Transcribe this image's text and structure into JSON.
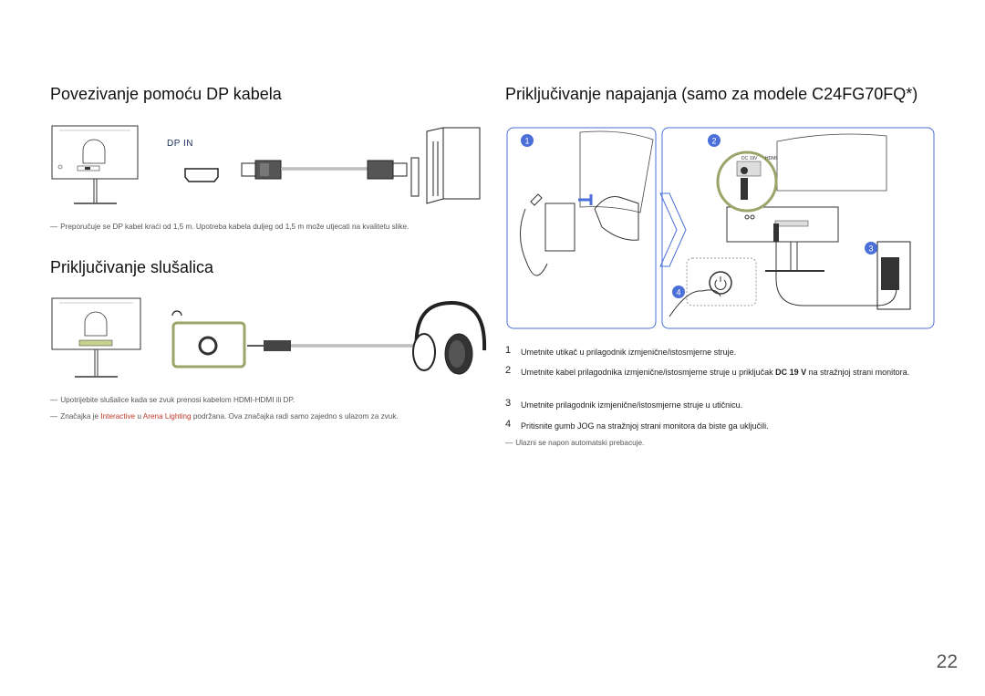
{
  "left": {
    "dp_title": "Povezivanje pomoću DP kabela",
    "dp_port_label": "DP IN",
    "dp_note": "Preporučuje se DP kabel kraći od 1,5 m. Upotreba kabela duljeg od 1,5 m može utjecati na kvalitetu slike.",
    "hp_title": "Priključivanje slušalica",
    "hp_note1": "Upotrijebite slušalice kada se zvuk prenosi kabelom HDMI-HDMI ili DP.",
    "hp_note2_pre": "Značajka je ",
    "hp_note2_link1": "Interactive",
    "hp_note2_mid": " u ",
    "hp_note2_link2": "Arena Lighting",
    "hp_note2_post": " podržana. Ova značajka radi samo zajedno s ulazom za zvuk.",
    "note_dash": "―"
  },
  "right": {
    "title": "Priključivanje napajanja (samo za modele C24FG70FQ*)",
    "badges": [
      "1",
      "2",
      "3",
      "4"
    ],
    "port_label_dc": "DC 19V",
    "port_label_hdmi": "HDMI",
    "steps": [
      {
        "n": "1",
        "text": "Umetnite utikač u prilagodnik izmjenične/istosmjerne struje."
      },
      {
        "n": "2",
        "text_pre": "Umetnite kabel prilagodnika izmjenične/istosmjerne struje u priključak ",
        "text_bold": "DC 19 V",
        "text_post": " na stražnjoj strani monitora."
      },
      {
        "n": "3",
        "text": "Umetnite prilagodnik izmjenične/istosmjerne struje u utičnicu."
      },
      {
        "n": "4",
        "text": "Pritisnite gumb JOG na stražnjoj strani monitora da biste ga uključili."
      }
    ],
    "note": "Ulazni se napon automatski prebacuje."
  },
  "page_number": "22",
  "colors": {
    "accent_blue": "#4a6fd8",
    "green_frame": "#9aa56a",
    "link_red": "#c0392b"
  }
}
